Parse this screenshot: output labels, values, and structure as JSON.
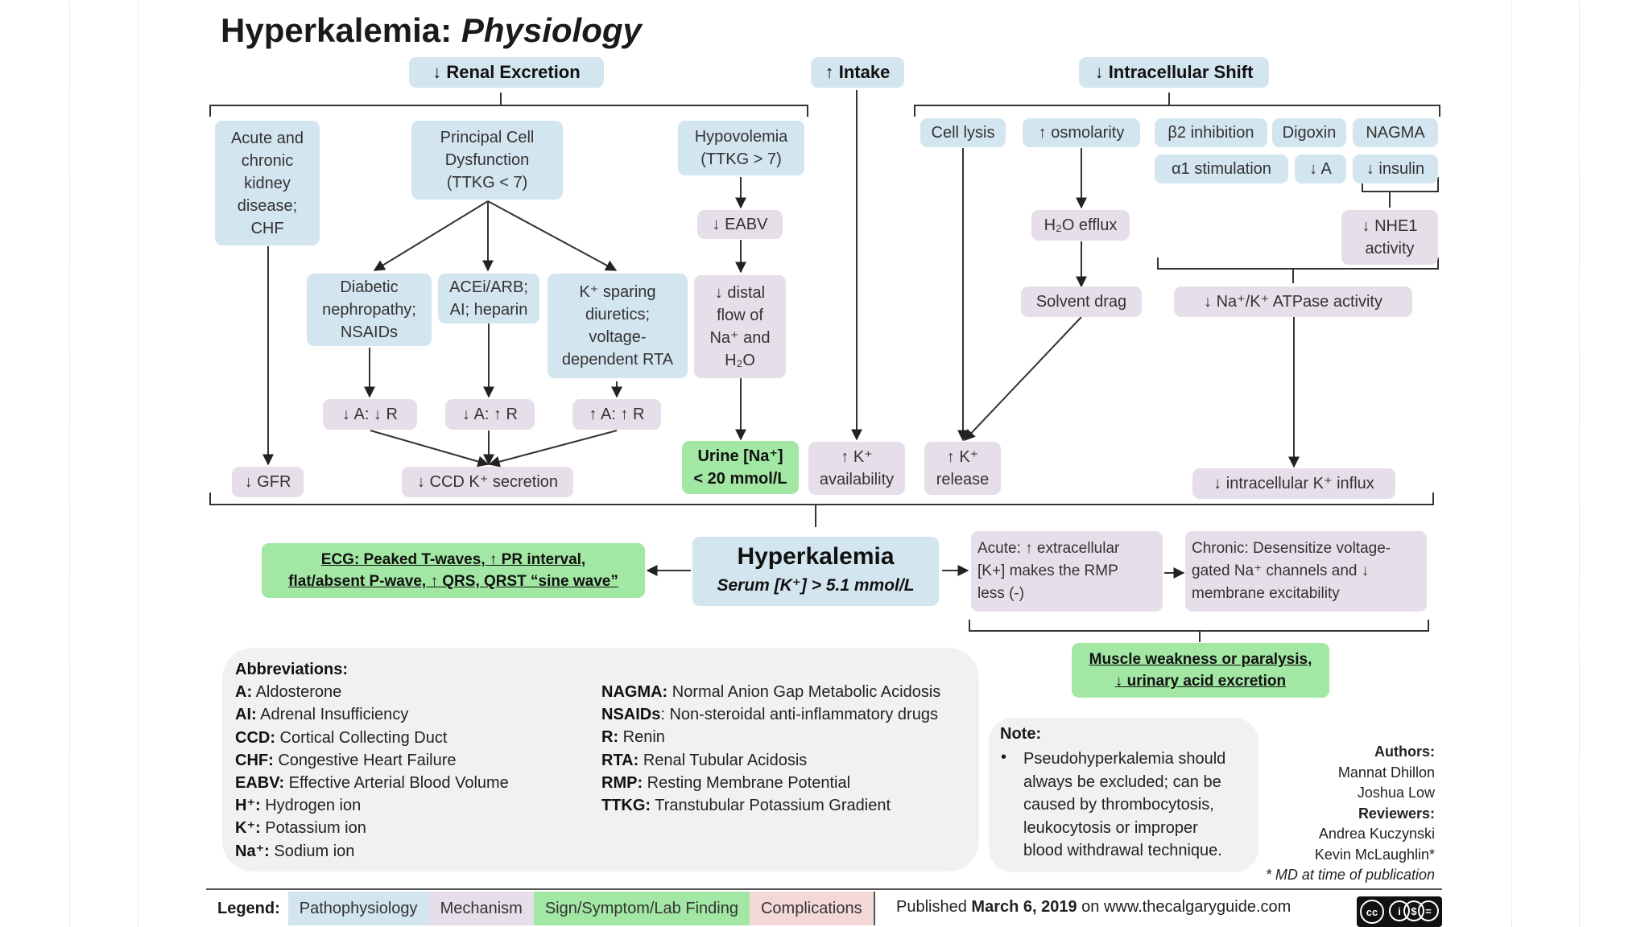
{
  "title": {
    "main": "Hyperkalemia:",
    "italic": "Physiology"
  },
  "headers": {
    "renal": "↓ Renal Excretion",
    "intake": "↑ Intake",
    "shift": "↓ Intracellular Shift"
  },
  "renal": {
    "ckd": "Acute and\nchronic\nkidney\ndisease;\nCHF",
    "principal": "Principal Cell\nDysfunction\n(TTKG < 7)",
    "hypovolemia": "Hypovolemia\n(TTKG > 7)",
    "eabv": "↓ EABV",
    "distal": "↓ distal\nflow of\nNa⁺ and\nH₂O",
    "diabetic": "Diabetic\nnephropathy;\nNSAIDs",
    "acei": "ACEi/ARB;\nAI; heparin",
    "ksparing": "K⁺ sparing\ndiuretics;\nvoltage-\ndependent RTA",
    "ar1": "↓ A: ↓ R",
    "ar2": "↓ A: ↑ R",
    "ar3": "↑ A: ↑ R",
    "gfr": "↓ GFR",
    "ccd": "↓ CCD K⁺ secretion",
    "urine": "Urine [Na⁺]\n< 20 mmol/L"
  },
  "intake": {
    "availability": "↑ K⁺\navailability"
  },
  "shift": {
    "lysis": "Cell lysis",
    "osmolarity": "↑ osmolarity",
    "b2": "β2 inhibition",
    "digoxin": "Digoxin",
    "nagma": "NAGMA",
    "a1": "α1 stimulation",
    "down_a": "↓ A",
    "insulin": "↓ insulin",
    "efflux": "H₂O efflux",
    "nhe1": "↓ NHE1\nactivity",
    "drag": "Solvent drag",
    "atpase": "↓  Na⁺/K⁺ ATPase activity",
    "release": "↑ K⁺\nrelease",
    "influx": "↓ intracellular K⁺ influx"
  },
  "center": {
    "title": "Hyperkalemia",
    "subtitle": "Serum [K⁺] > 5.1 mmol/L"
  },
  "ecg": {
    "line1": "ECG: Peaked T-waves, ↑ PR interval,",
    "line2": "flat/absent P-wave, ↑ QRS, QRST “sine wave”"
  },
  "acute": "Acute: ↑ extracellular\n[K+] makes the RMP\nless (-)",
  "chronic": "Chronic: Desensitize voltage-\ngated Na⁺ channels and ↓\nmembrane excitability",
  "muscle": {
    "line1": "Muscle weakness or paralysis,",
    "line2": "↓ urinary acid excretion"
  },
  "abbreviations": {
    "heading": "Abbreviations:",
    "left": [
      {
        "k": "A:",
        "v": " Aldosterone"
      },
      {
        "k": "AI:",
        "v": " Adrenal Insufficiency"
      },
      {
        "k": "CCD:",
        "v": " Cortical Collecting Duct"
      },
      {
        "k": "CHF:",
        "v": " Congestive Heart Failure"
      },
      {
        "k": "EABV:",
        "v": " Effective Arterial Blood Volume"
      },
      {
        "k": "H⁺:",
        "v": " Hydrogen ion"
      },
      {
        "k": "K⁺:",
        "v": " Potassium ion"
      },
      {
        "k": "Na⁺:",
        "v": " Sodium ion"
      }
    ],
    "right": [
      {
        "k": "NAGMA:",
        "v": " Normal Anion Gap Metabolic Acidosis"
      },
      {
        "k": "NSAIDs",
        "v": ": Non-steroidal anti-inflammatory drugs"
      },
      {
        "k": "R:",
        "v": " Renin"
      },
      {
        "k": "RTA:",
        "v": " Renal Tubular Acidosis"
      },
      {
        "k": "RMP:",
        "v": " Resting Membrane Potential"
      },
      {
        "k": "TTKG:",
        "v": " Transtubular Potassium Gradient"
      }
    ]
  },
  "note": {
    "title": "Note:",
    "bullet": "•",
    "text": "Pseudohyperkalemia should\nalways be excluded; can be\ncaused by thrombocytosis,\nleukocytosis or improper\nblood withdrawal technique."
  },
  "authors": {
    "heading": "Authors:",
    "names": [
      "Mannat Dhillon",
      "Joshua Low"
    ],
    "rev_heading": "Reviewers:",
    "reviewers": [
      "Andrea Kuczynski",
      "Kevin McLaughlin*"
    ],
    "footnote": "* MD at time of publication"
  },
  "legend": {
    "label": "Legend:",
    "items": [
      {
        "label": "Pathophysiology",
        "color": "#d3e5ef"
      },
      {
        "label": "Mechanism",
        "color": "#e6dfe9"
      },
      {
        "label": "Sign/Symptom/Lab Finding",
        "color": "#a2e7a3"
      },
      {
        "label": "Complications",
        "color": "#f4d8d8"
      }
    ]
  },
  "published": {
    "prefix": "Published ",
    "date": "March 6, 2019",
    "suffix": " on www.thecalgaryguide.com"
  },
  "license": {
    "c1": "cc",
    "c2": "i",
    "c3": "$",
    "c4": "="
  }
}
